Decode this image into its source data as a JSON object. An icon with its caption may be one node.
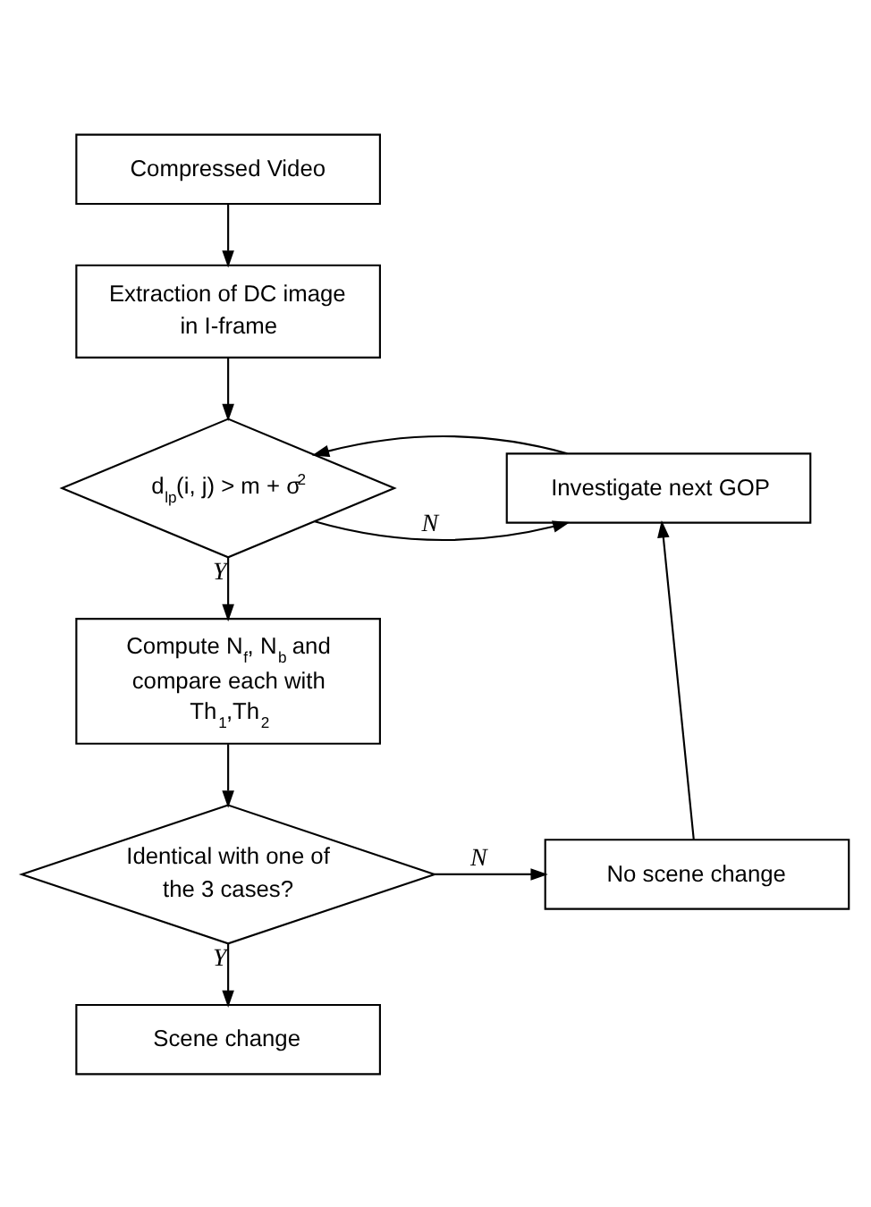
{
  "diagram": {
    "nodes": [
      {
        "text": [
          "Compressed Video"
        ]
      },
      {
        "text": [
          "Extraction of DC image in I-frame"
        ]
      },
      {
        "text": [
          "d$_{lp}$(i, j) > m + σ$^{2}$"
        ]
      },
      {
        "text": [
          "Investigate next GOP"
        ]
      },
      {
        "text": [
          "Compute N$_{f}$, N$_{b}$ and compare each with Th$_{1}$,Th$_{2}$"
        ]
      },
      {
        "text": [
          "Identical with one of the 3 cases?"
        ]
      },
      {
        "text": [
          "No scene change"
        ]
      },
      {
        "text": [
          "Scene change"
        ]
      }
    ],
    "edges": [
      {
        "from": 0,
        "to": 1,
        "arrow": "to"
      },
      {
        "from": 1,
        "to": 2,
        "arrow": "to"
      },
      {
        "from": 2,
        "to": 3,
        "arrow": "to",
        "label": "N"
      },
      {
        "from": 3,
        "to": 2,
        "arrow": "to"
      },
      {
        "from": 2,
        "to": 4,
        "arrow": "to",
        "label": "Y"
      },
      {
        "from": 4,
        "to": 5,
        "arrow": "to"
      },
      {
        "from": 5,
        "to": 6,
        "arrow": "to",
        "label": "N"
      },
      {
        "from": 6,
        "to": 3,
        "arrow": "to"
      },
      {
        "from": 5,
        "to": 7,
        "arrow": "to",
        "label": "Y"
      }
    ]
  }
}
